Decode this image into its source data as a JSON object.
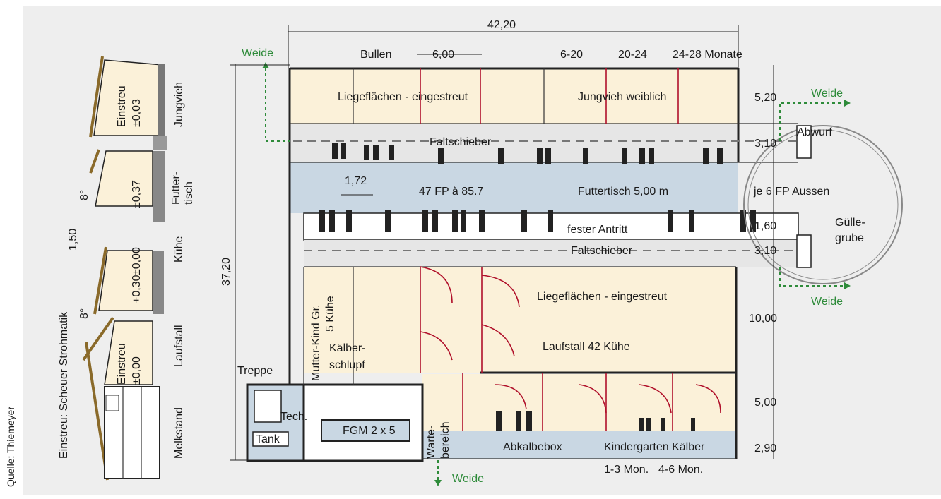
{
  "source": "Quelle: Thiemeyer",
  "section": {
    "caption": "Einstreu: Scheuer Strohmatik",
    "einstreu_top": "Einstreu",
    "level_top": "±0,03",
    "level_futter": "±0,37",
    "level_kuehe": "±0,00",
    "level_laufstall": "+0,30",
    "einstreu_bottom": "Einstreu",
    "level_bottom": "±0,00",
    "angle_top": "8°",
    "angle_bottom": "8°",
    "dim_150": "1,50",
    "rooms": [
      "Jungvieh",
      "Futter-",
      "tisch",
      "Kühe",
      "Laufstall",
      "Melkstand"
    ]
  },
  "plan": {
    "width": "42,20",
    "height": "37,20",
    "weide": "Weide",
    "top_labels": {
      "bullen": "Bullen",
      "d600": "6,00",
      "a620": "6-20",
      "a2024": "20-24",
      "a2428": "24-28 Monate"
    },
    "areas": {
      "liege_top": "Liegeflächen - eingestreut",
      "jungvieh": "Jungvieh weiblich",
      "faltschieber1": "Faltschieber",
      "abwurf": "Abwurf",
      "fp": "47 FP  à 85.7",
      "futtertisch": "Futtertisch   5,00 m",
      "aussen": "je 6 FP Aussen",
      "d172": "1,72",
      "antritt": "fester Antritt",
      "faltschieber2": "Faltschieber",
      "guelle1": "Gülle-",
      "guelle2": "grube",
      "liege_bottom": "Liegeflächen - eingestreut",
      "laufstall": "Laufstall  42 Kühe",
      "mutter1": "Mutter-Kind Gr.",
      "mutter2": "5 Kühe",
      "kaelber1": "Kälber-",
      "kaelber2": "schlupf",
      "treppe": "Treppe",
      "tech": "Tech.",
      "tank": "Tank",
      "fgm": "FGM 2 x 5",
      "warte1": "Warte-",
      "warte2": "bereich",
      "abkalbe": "Abkalbebox",
      "kindergarten": "Kindergarten Kälber",
      "mon13": "1-3 Mon.",
      "mon46": "4-6 Mon."
    },
    "dims_right": [
      "5,20",
      "3,10",
      "1,60",
      "3,10",
      "10,00",
      "5,00",
      "2,90"
    ]
  },
  "colors": {
    "background": "#eeeeee",
    "straw": "#fbf1d9",
    "concrete": "#c9d7e3",
    "accent_green": "#2e8b3a",
    "accent_red": "#b0102a"
  }
}
